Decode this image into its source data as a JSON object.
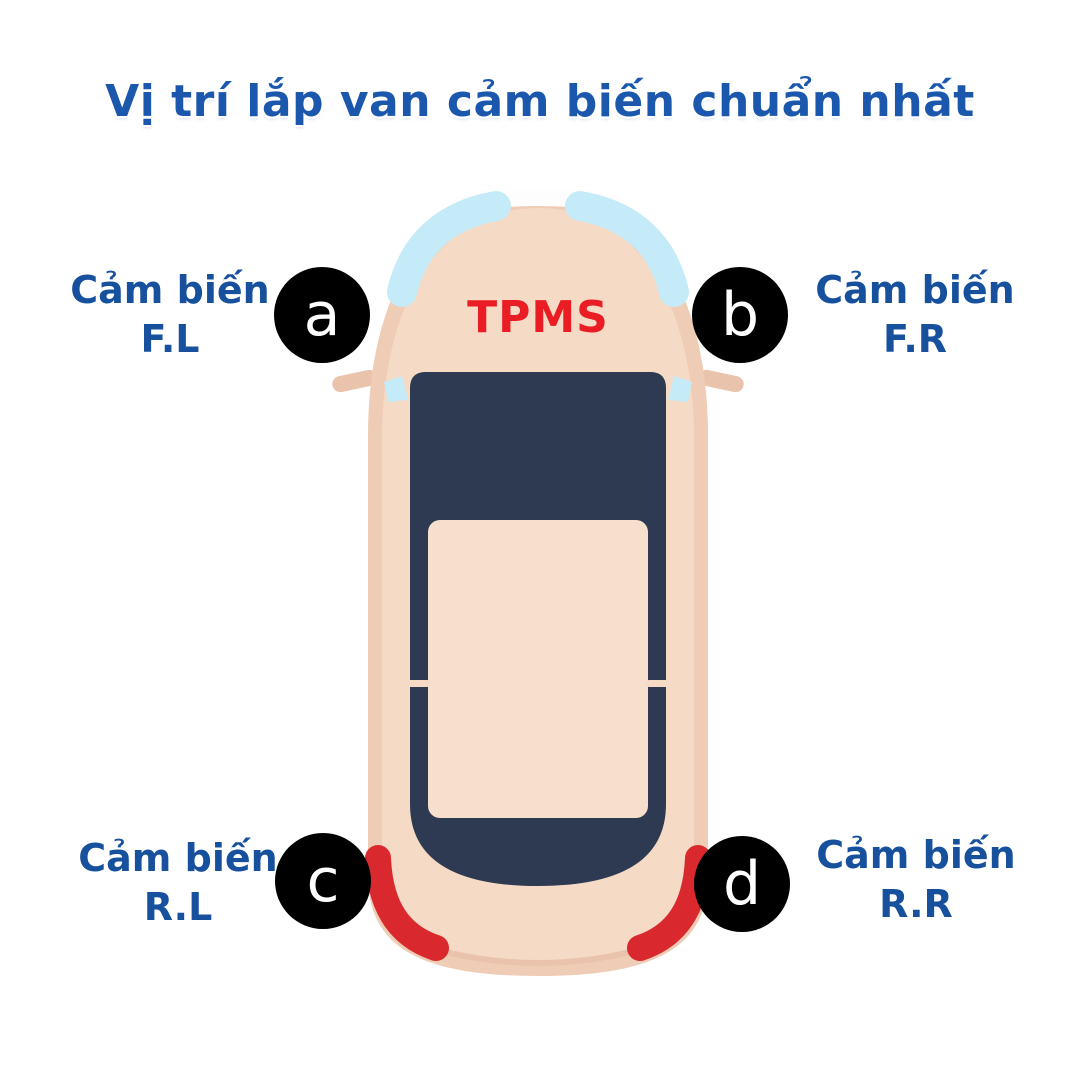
{
  "title": "Vị trí lắp van cảm biến chuẩn nhất",
  "car": {
    "tpms_label": "TPMS",
    "colors": {
      "body": "#efccb6",
      "body_inner": "#f5dac6",
      "cabin_glass": "#2e3a52",
      "roof_panel": "#f6dfcd",
      "windshield_glass": "#c6ebf8",
      "taillight": "#d9292e",
      "tpms_text": "#ea1c24"
    }
  },
  "markers": {
    "background": "#000000",
    "text_color": "#ffffff"
  },
  "sensors": [
    {
      "marker": "a",
      "position": "front-left",
      "label_line1": "Cảm biến",
      "label_line2": "F.L"
    },
    {
      "marker": "b",
      "position": "front-right",
      "label_line1": "Cảm biến",
      "label_line2": "F.R"
    },
    {
      "marker": "c",
      "position": "rear-left",
      "label_line1": "Cảm biến",
      "label_line2": "R.L"
    },
    {
      "marker": "d",
      "position": "rear-right",
      "label_line1": "Cảm biến",
      "label_line2": "R.R"
    }
  ],
  "colors": {
    "background": "#ffffff",
    "title_text": "#1b57ad",
    "label_text": "#17509c"
  }
}
